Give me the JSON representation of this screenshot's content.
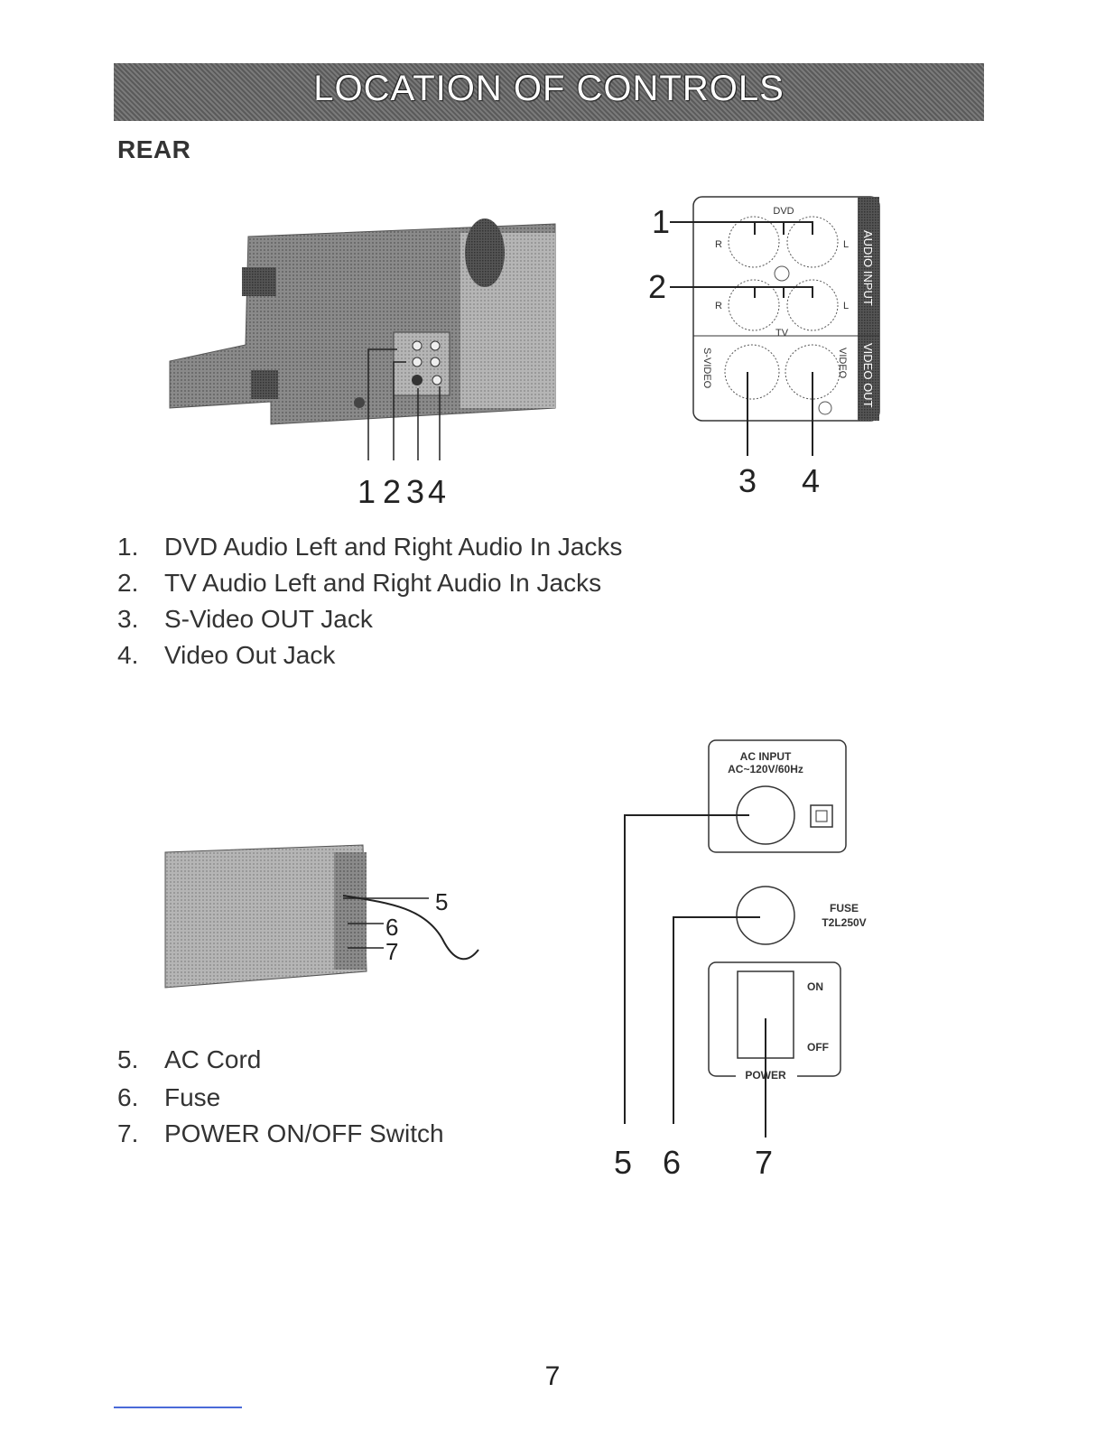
{
  "header": {
    "title": "LOCATION OF CONTROLS"
  },
  "section": {
    "title": "REAR"
  },
  "rear_diagram_callouts": [
    "1",
    "2",
    "3",
    "4"
  ],
  "jack_panel": {
    "dvd_label": "DVD",
    "tv_label": "TV",
    "r_label": "R",
    "l_label": "L",
    "audio_input_label": "AUDIO INPUT",
    "video_out_label": "VIDEO OUT",
    "s_video_label": "S-VIDEO",
    "video_label": "VIDEO",
    "callouts": [
      "1",
      "2",
      "3",
      "4"
    ]
  },
  "list1": [
    {
      "num": "1.",
      "text": "DVD Audio Left and Right Audio In Jacks"
    },
    {
      "num": "2.",
      "text": "TV Audio Left and Right Audio In Jacks"
    },
    {
      "num": "3.",
      "text": "S-Video OUT Jack"
    },
    {
      "num": "4.",
      "text": "Video Out Jack"
    }
  ],
  "side_diagram_callouts": [
    "5",
    "6",
    "7"
  ],
  "power_panel": {
    "ac_input_line1": "AC INPUT",
    "ac_input_line2": "AC~120V/60Hz",
    "fuse_line1": "FUSE",
    "fuse_line2": "T2L250V",
    "on_label": "ON",
    "off_label": "OFF",
    "power_label": "POWER",
    "callouts": [
      "5",
      "6",
      "7"
    ]
  },
  "list2": [
    {
      "num": "5.",
      "text": "AC Cord"
    },
    {
      "num": "6.",
      "text": "Fuse"
    },
    {
      "num": "7.",
      "text": "POWER ON/OFF Switch"
    }
  ],
  "page_number": "7"
}
